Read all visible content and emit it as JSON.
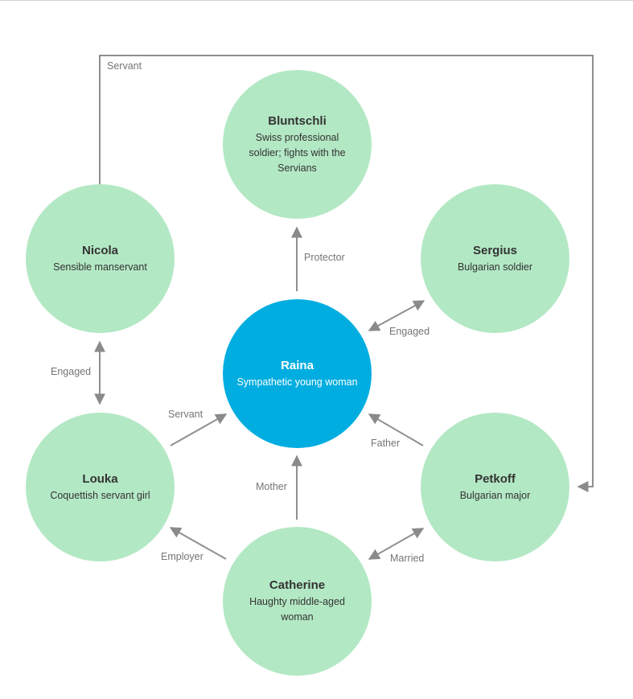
{
  "nodes": {
    "bluntschli": {
      "name": "Bluntschli",
      "description": "Swiss professional soldier; fights with the Servians"
    },
    "nicola": {
      "name": "Nicola",
      "description": "Sensible manservant"
    },
    "sergius": {
      "name": "Sergius",
      "description": "Bulgarian soldier"
    },
    "raina": {
      "name": "Raina",
      "description": "Sympathetic young woman"
    },
    "louka": {
      "name": "Louka",
      "description": "Coquettish servant girl"
    },
    "petkoff": {
      "name": "Petkoff",
      "description": "Bulgarian major"
    },
    "catherine": {
      "name": "Catherine",
      "description": "Haughty middle-aged woman"
    }
  },
  "edges": {
    "nicola_petkoff": {
      "label": "Servant",
      "from": "Nicola",
      "to": "Petkoff"
    },
    "raina_bluntschli": {
      "label": "Protector",
      "from": "Raina",
      "to": "Bluntschli"
    },
    "raina_sergius": {
      "label": "Engaged",
      "from": "Raina",
      "to": "Sergius",
      "bidirectional": true
    },
    "nicola_louka": {
      "label": "Engaged",
      "from": "Nicola",
      "to": "Louka",
      "bidirectional": true
    },
    "louka_raina": {
      "label": "Servant",
      "from": "Louka",
      "to": "Raina"
    },
    "petkoff_raina": {
      "label": "Father",
      "from": "Petkoff",
      "to": "Raina"
    },
    "catherine_raina": {
      "label": "Mother",
      "from": "Catherine",
      "to": "Raina"
    },
    "catherine_louka": {
      "label": "Employer",
      "from": "Catherine",
      "to": "Louka"
    },
    "catherine_petkoff": {
      "label": "Married",
      "from": "Catherine",
      "to": "Petkoff",
      "bidirectional": true
    }
  },
  "colors": {
    "character_node": "#b3e8c4",
    "central_node": "#00ade0",
    "connector": "#909090",
    "label_text": "#757575",
    "node_text": "#333333"
  }
}
